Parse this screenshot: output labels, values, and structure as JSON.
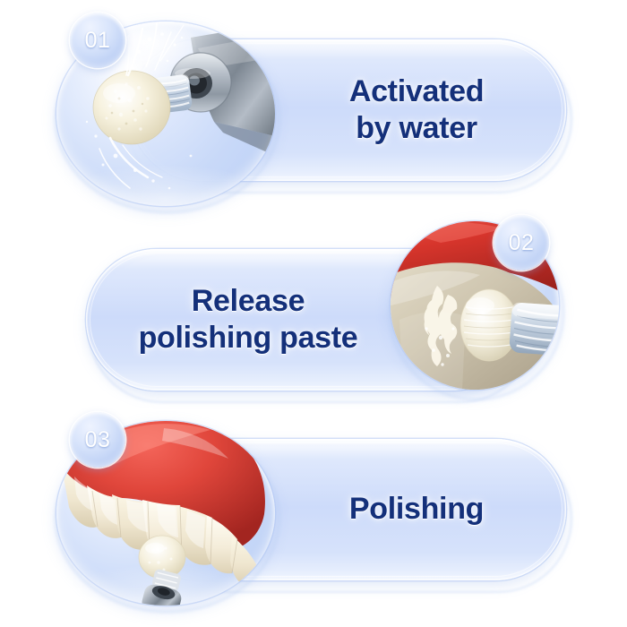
{
  "background_color": "#ffffff",
  "theme": {
    "pill_fill": "#cddbfa",
    "bubble_fill": "#bacef5",
    "badge_fill": "#b9cdf4",
    "text_color": "#14307a",
    "badge_text_color": "#ffffff",
    "gum_red": "#d7352c",
    "tooth_ivory": "#efe6cf",
    "metal_gray": "#9aa3ad",
    "paste_cream": "#f5efd8"
  },
  "steps": [
    {
      "number": "01",
      "caption": "Activated\nby water",
      "image_alt": "dental-prophy-angle-with-water-splash",
      "layout": "image-left"
    },
    {
      "number": "02",
      "caption": "Release\npolishing paste",
      "image_alt": "tooth-closeup-with-polishing-paste",
      "layout": "image-right"
    },
    {
      "number": "03",
      "caption": "Polishing",
      "image_alt": "dental-arch-model-being-polished",
      "layout": "image-left"
    }
  ]
}
